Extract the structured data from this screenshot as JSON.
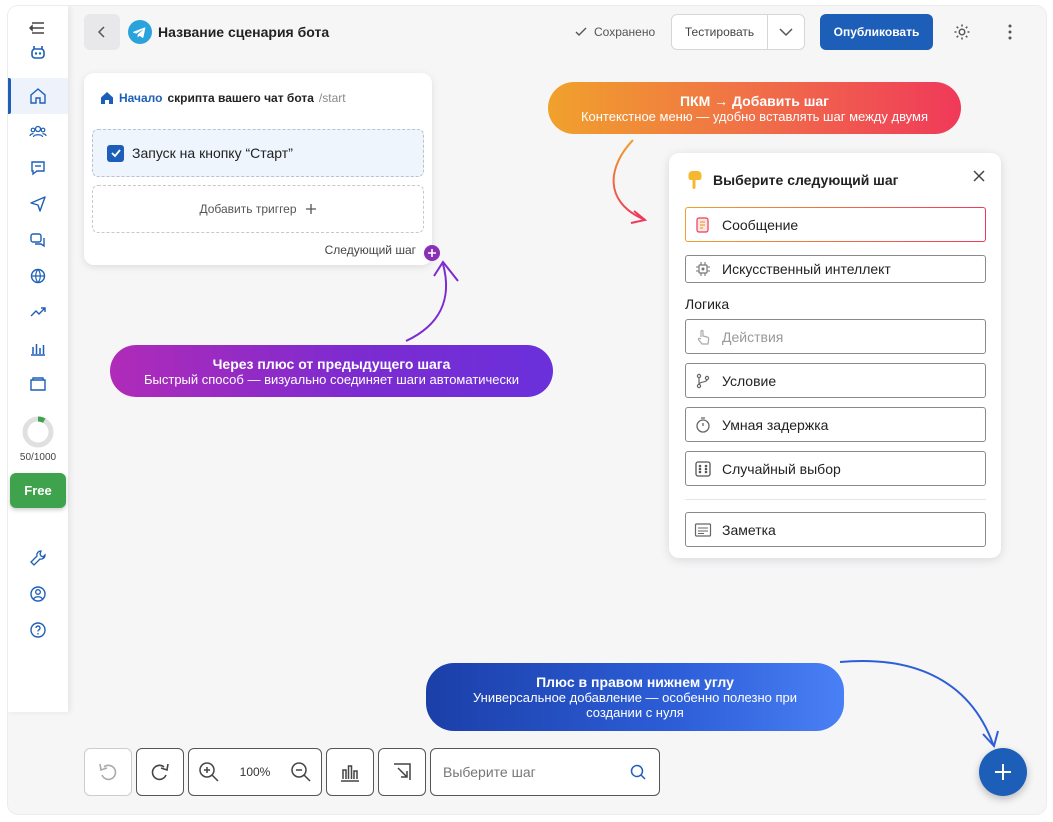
{
  "header": {
    "title": "Название сценария бота",
    "saved_label": "Сохранено",
    "test_label": "Тестировать",
    "publish_label": "Опубликовать"
  },
  "sidebar": {
    "usage_text": "50/1000",
    "usage_fraction": 0.05,
    "plan_label": "Free",
    "accent_color": "#1d5fb8"
  },
  "start_card": {
    "title_highlight": "Начало",
    "title_rest": "скрипта вашего чат бота",
    "command": "/start",
    "trigger_label": "Запуск на кнопку “Старт”",
    "add_trigger_label": "Добавить триггер",
    "next_step_label": "Следующий шаг"
  },
  "callouts": {
    "pkm_title": "ПКМ → Добавить шаг",
    "pkm_sub": "Контекстное меню — удобно вставлять шаг между двумя",
    "plus_title": "Через плюс от предыдущего шага",
    "plus_sub": "Быстрый способ — визуально соединяет шаги автоматически",
    "corner_title": "Плюс в правом нижнем углу",
    "corner_sub_1": "Универсальное добавление — особенно полезно при",
    "corner_sub_2": "создании с нуля"
  },
  "step_panel": {
    "title": "Выберите следующий шаг",
    "logic_label": "Логика",
    "options": {
      "message": "Сообщение",
      "ai": "Искусственный интеллект",
      "actions": "Действия",
      "condition": "Условие",
      "delay": "Умная задержка",
      "random": "Случайный выбор",
      "note": "Заметка"
    }
  },
  "toolbar": {
    "zoom_value": "100%",
    "search_placeholder": "Выберите шаг"
  }
}
